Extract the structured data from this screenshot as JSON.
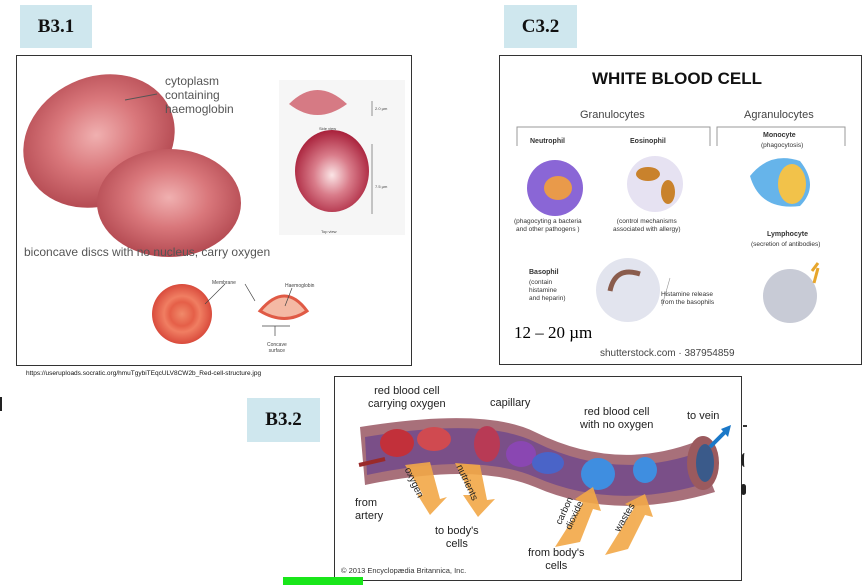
{
  "labels": {
    "b31": "B3.1",
    "c32": "C3.2",
    "b32": "B3.2"
  },
  "rbc": {
    "cytoplasm": "cytoplasm\ncontaining\nhaemoglobin",
    "caption": "biconcave discs with no nucleus, carry oxygen",
    "side_view": "Side view",
    "side_measure": "2.0 µm",
    "top_view": "Top view",
    "top_measure": "7.5 µm",
    "membrane": "Membrane",
    "haemoglobin": "Haemoglobin",
    "concave": "Concave\nsurface",
    "source_url": "https://useruploads.socratic.org/hmuTgybiTEqcULV8CW2b_Red-cell-structure.jpg"
  },
  "wbc": {
    "title": "WHITE BLOOD CELL",
    "granulocytes": "Granulocytes",
    "agranulocytes": "Agranulocytes",
    "neutrophil": "Neutrophil",
    "neutrophil_desc": "(phagocyting a bacteria\nand other pathogens )",
    "eosinophil": "Eosinophil",
    "eosinophil_desc": "(control mechanisms\nassociated with allergy)",
    "monocyte": "Monocyte",
    "monocyte_desc": "(phagocytosis)",
    "lymphocyte": "Lymphocyte",
    "lymphocyte_desc": "(secretion of antibodies)",
    "basophil": "Basophil",
    "basophil_desc": "(contain\nhistamine\nand heparin)",
    "histamine": "Histamine release\nfrom the basophils",
    "size": "12 – 20 µm",
    "watermark": "shutterstock.com · 387954859"
  },
  "capillary": {
    "rbc_oxygen": "red blood cell\ncarrying oxygen",
    "capillary": "capillary",
    "rbc_no_oxygen": "red blood cell\nwith no oxygen",
    "to_vein": "to vein",
    "from_artery": "from\nartery",
    "oxygen": "oxygen",
    "nutrients": "nutrients",
    "to_cells": "to body's\ncells",
    "carbon_dioxide": "carbon\ndioxide",
    "wastes": "wastes",
    "from_cells": "from body's\ncells",
    "copyright": "© 2013 Encyclopædia Britannica, Inc."
  }
}
